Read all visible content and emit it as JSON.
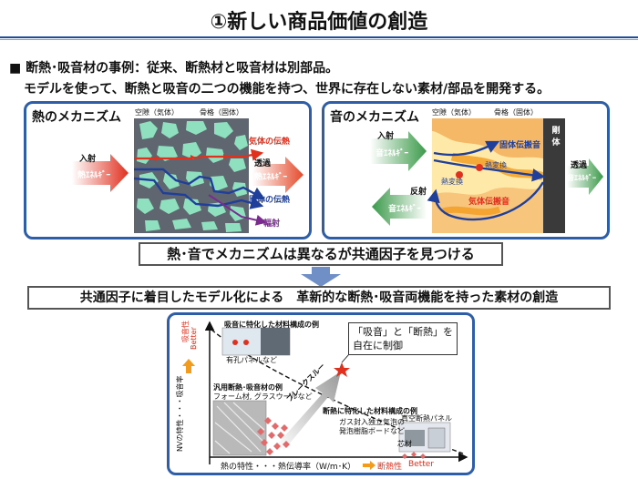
{
  "title": "①新しい商品価値の創造",
  "bullets": {
    "line1": "■ 断熱･吸音材の事例：従来、断熱材と吸音材は別部品。",
    "line2": "モデルを使って、断熱と吸音の二つの機能を持つ、世界に存在しない素材/部品を開発する。"
  },
  "heat": {
    "title": "熱のメカニズム",
    "label_void": "空隙（気体）",
    "label_skeleton": "骨格（固体）",
    "label_incident": "入射",
    "label_energy_in": "熱ｴﾈﾙｷﾞｰ",
    "label_gas_conduction": "気体の伝熱",
    "label_transmission": "透過",
    "label_energy_out": "熱ｴﾈﾙｷﾞｰ",
    "label_solid_conduction": "固体の伝熱",
    "label_radiation": "輻射"
  },
  "sound": {
    "title": "音のメカニズム",
    "label_void": "空隙（気体）",
    "label_skeleton": "骨格（固体）",
    "label_rigid": "剛体",
    "label_incident": "入射",
    "label_energy_in": "音ｴﾈﾙｷﾞｰ",
    "label_solid_borne": "固体伝搬音",
    "label_heat_conv1": "熱変換",
    "label_heat_conv2": "熱変換",
    "label_reflection": "反射",
    "label_energy_reflect": "音ｴﾈﾙｷﾞｰ",
    "label_air_borne": "気体伝搬音",
    "label_transmission": "透過",
    "label_energy_out": "音ｴﾈﾙｷﾞｰ"
  },
  "common_factor": "熱･音でメカニズムは異なるが共通因子を見つける",
  "creation": "共通因子に着目したモデル化による　革新的な断熱･吸音両機能を持った素材の創造",
  "chart": {
    "callout": [
      "「吸音」と「断熱」を",
      "自在に制御"
    ],
    "label_sound_example": "吸音に特化した材料構成の例",
    "label_sound_sub": "有孔パネルなど",
    "label_general_example": "汎用断熱･吸音材の例",
    "label_general_sub": "フォーム材, グラスウールなど",
    "label_heat_example": "断熱に特化した材料構成の例",
    "label_heat_sub": [
      "ガス封入独立気泡の",
      "発泡樹脂ボードなど"
    ],
    "label_vacuum": "真空断熱パネル",
    "label_core": "芯材",
    "label_breakthrough": "ブレークスルー",
    "y_axis_label": "NVの特性・・・吸音率",
    "y_better_word": "吸音性",
    "y_better": "Better",
    "x_axis_label": "熱の特性・・・熱伝導率（W/m･K）",
    "x_better_word": "断熱性",
    "x_better": "Better"
  },
  "colors": {
    "accent_blue": "#2f5ea8",
    "heat_red": "#e0301e",
    "solid_blue": "#1f3f9a",
    "radiation_purple": "#7a2b8f",
    "sound_green": "#3b9a4a",
    "better_orange": "#f29b1d"
  }
}
